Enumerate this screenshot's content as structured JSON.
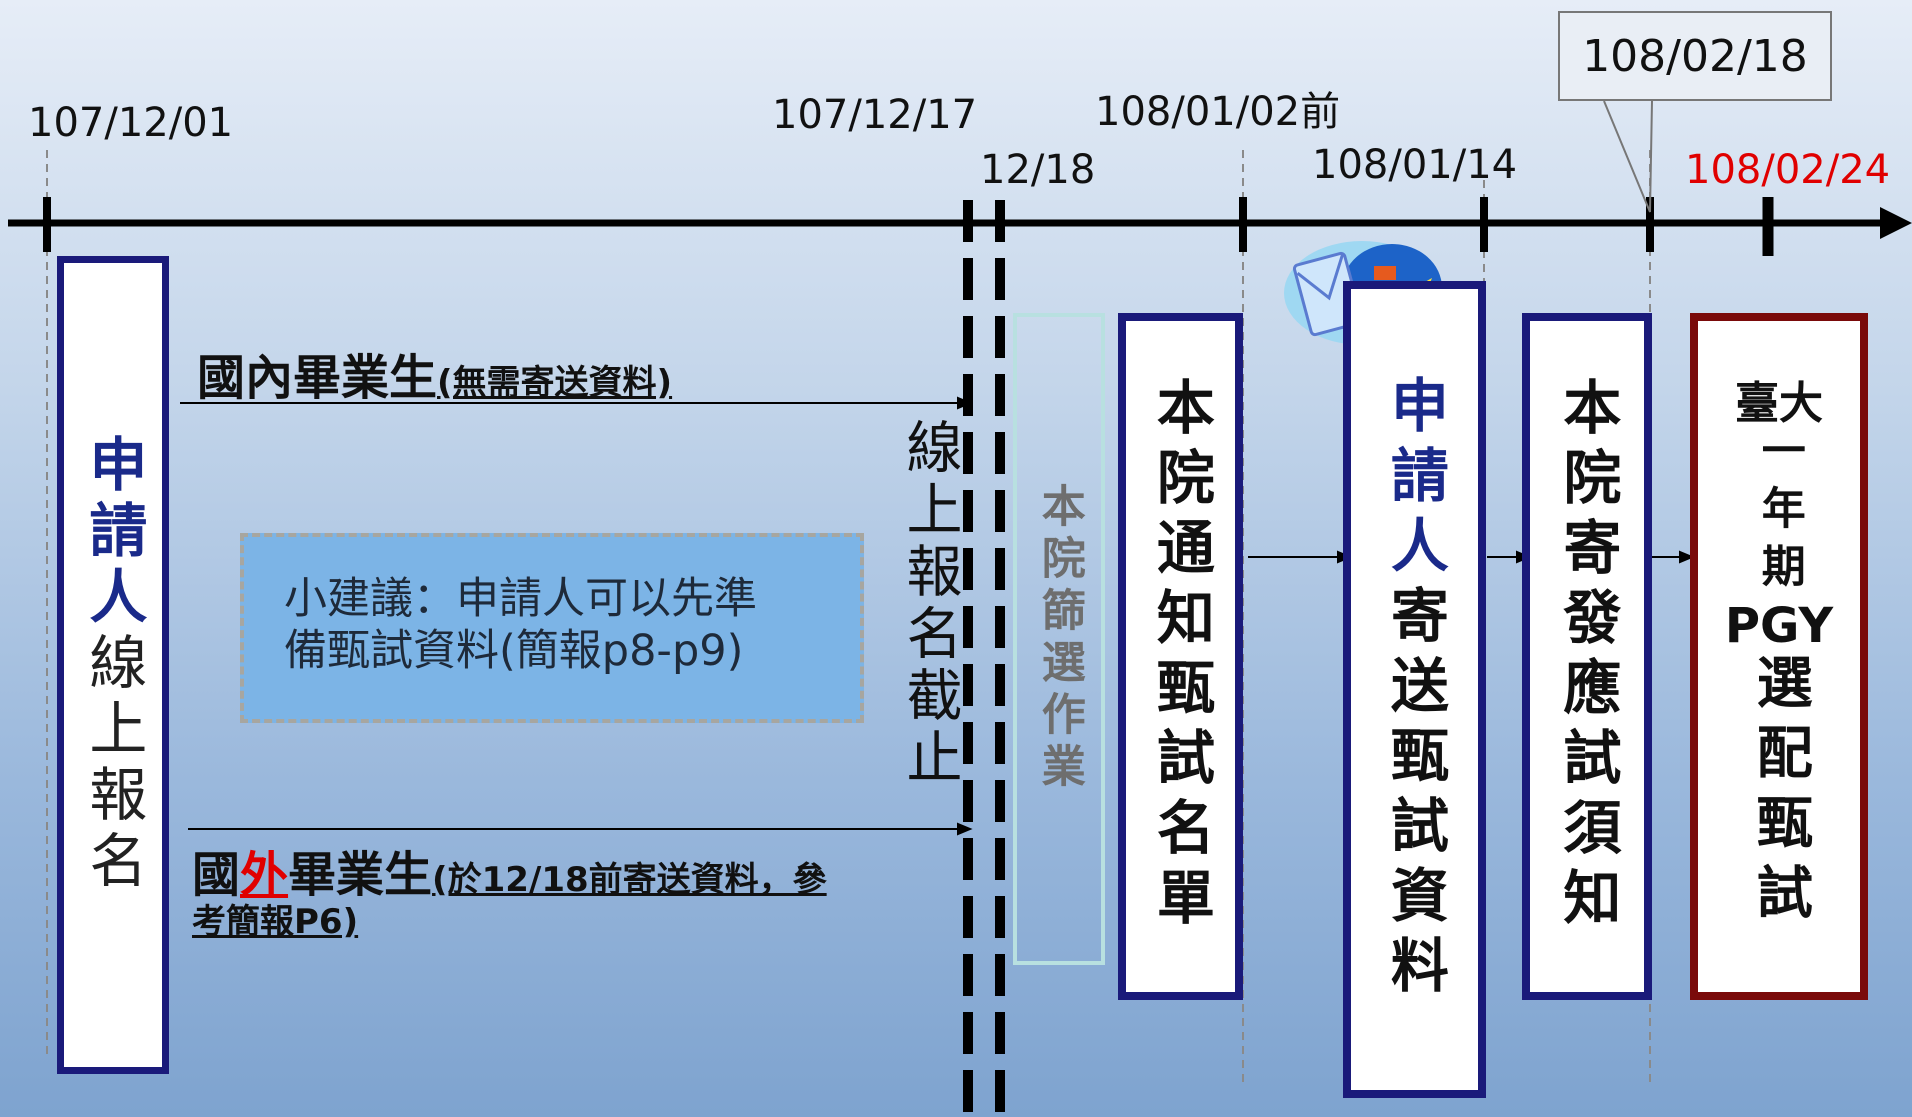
{
  "dates": {
    "d1": "107/12/01",
    "d2": "107/12/17",
    "d3": "12/18",
    "d4": "108/01/02前",
    "d5": "108/01/14",
    "d6": "108/02/18",
    "d7": "108/02/24"
  },
  "applicant_box": {
    "line1": "申請人",
    "line2": "線上報名"
  },
  "domestic": {
    "title": "國內畢業生",
    "note": "(無需寄送資料)"
  },
  "foreign": {
    "title_pre": "國",
    "title_red": "外",
    "title_post": "畢業生",
    "note": "(於12/18前寄送資料，參",
    "note2": "考簡報P6)"
  },
  "tip": {
    "line1": "小建議：申請人可以先準",
    "line2": "備甄試資料(簡報p8-p9)"
  },
  "deadline": "線上報名截止",
  "screening": "本院篩選作業",
  "notify": "本院通知甄試名單",
  "applicant_send": {
    "line1": "申請人",
    "line2": "寄送甄試資料"
  },
  "exam_notice": "本院寄發應試須知",
  "final": {
    "line1": "臺大",
    "line2": "一年期",
    "line3": "PGY",
    "line4": "選配甄試"
  },
  "colors": {
    "navy": "#1a1a7a",
    "dark_red": "#7a0a0a",
    "teal_border": "#b8e0e0",
    "red": "#e00000"
  },
  "icons": {
    "mail": "mail-bird-icon"
  }
}
